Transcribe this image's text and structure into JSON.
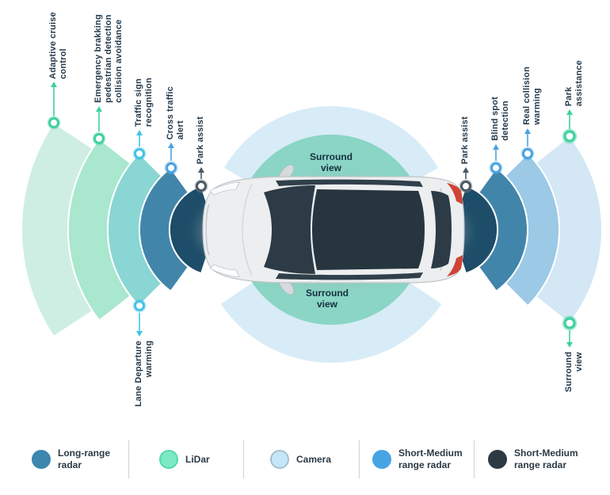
{
  "title_semantics": "ADAS car sensor coverage diagram (top view)",
  "sensor_labels": {
    "adaptive_cruise_control": "Adaptive cruise\ncontrol",
    "emergency_braking": "Emergency brakking\npedestrian detection\ncollision avoidance",
    "traffic_sign_recognition": "Traffic sign\nrecognition",
    "cross_traffic_alert": "Cross traffic\nalert",
    "park_assist_front": "Park assist",
    "park_assist_rear": "Park assist",
    "blind_spot_detection": "Blind spot\ndetection",
    "real_collision_warming": "Real collision\nwarming",
    "park_assistance": "Park\nassistance",
    "lane_departure_warming": "Lane Departure\nwarming",
    "surround_view_rear_right": "Surround\nview",
    "surround_view_top": "Surround\nview",
    "surround_view_bottom": "Surround\nview"
  },
  "legend": {
    "items": [
      {
        "label": "Long-range\nradar",
        "color": "#3d86ad"
      },
      {
        "label": "LiDar",
        "color": "#7deac5"
      },
      {
        "label": "Camera",
        "color": "#c3e6f8"
      },
      {
        "label": "Short-Medium\nrange radar",
        "color": "#47a4e3"
      },
      {
        "label": "Short-Medium\nrange radar",
        "color": "#2d3a42"
      }
    ]
  },
  "colors": {
    "front_fan_bands_outer_to_inner": [
      "#cfeee3",
      "#a9e7ce",
      "#8ad6d4",
      "#4285aa",
      "#1d4d68"
    ],
    "rear_fan_bands_inner_to_outer": [
      "#1d4d68",
      "#4285aa",
      "#9cc9e5",
      "#d3e7f5"
    ],
    "surround_view_teal": "#8bd5c5",
    "camera_fan_blue": "#d8ecf7",
    "marker_green": "#3fd0a0",
    "marker_cyan": "#45c3e6",
    "marker_blue": "#4aa3e0",
    "marker_dark": "#4a5a64",
    "label_text": "#243a4c",
    "taillight_red": "#cf4436"
  }
}
